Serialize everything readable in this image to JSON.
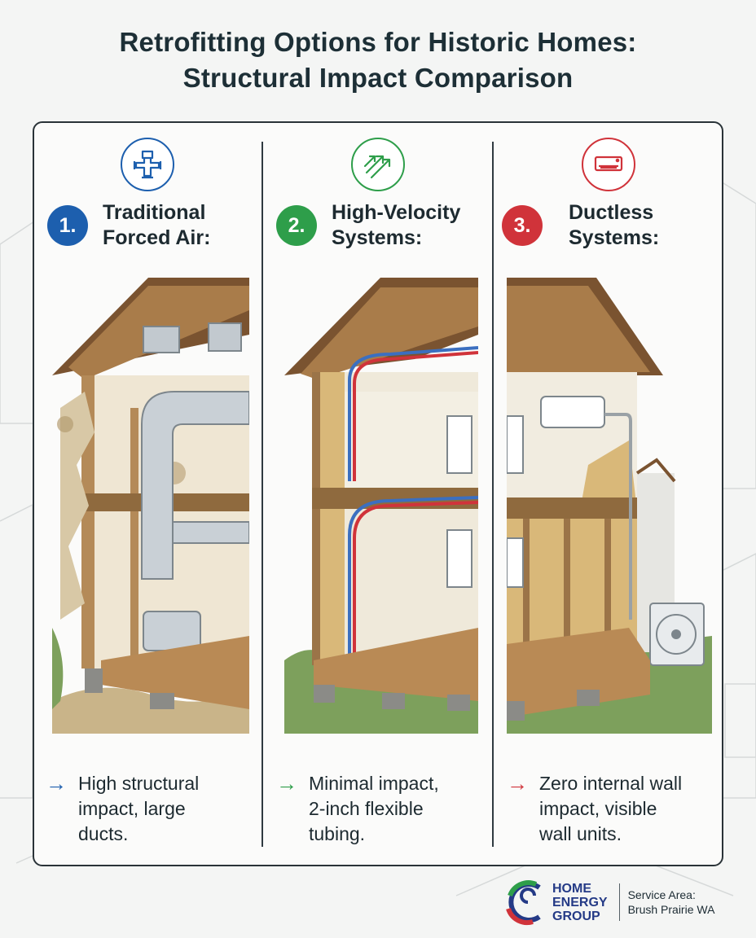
{
  "title": {
    "line1": "Retrofitting Options for Historic Homes:",
    "line2": "Structural Impact Comparison"
  },
  "colors": {
    "blue": "#1d5fae",
    "green": "#2e9e4a",
    "red": "#d0333a",
    "dark": "#1d2a30"
  },
  "columns": [
    {
      "number": "1.",
      "title_line1": "Traditional",
      "title_line2": "Forced Air:",
      "icon": "duct-junction-icon",
      "color": "#1d5fae",
      "arrow": "→",
      "desc_line1": "High structural",
      "desc_line2": "impact, large",
      "desc_line3": "ducts."
    },
    {
      "number": "2.",
      "title_line1": "High-Velocity",
      "title_line2": "Systems:",
      "icon": "airflow-arrows-icon",
      "color": "#2e9e4a",
      "arrow": "→",
      "desc_line1": "Minimal impact,",
      "desc_line2": "2-inch flexible",
      "desc_line3": "tubing."
    },
    {
      "number": "3.",
      "title_line1": "Ductless",
      "title_line2": "Systems:",
      "icon": "mini-split-unit-icon",
      "color": "#d0333a",
      "arrow": "→",
      "desc_line1": "Zero internal wall",
      "desc_line2": "impact, visible",
      "desc_line3": "wall units."
    }
  ],
  "footer": {
    "logo_line1": "HOME",
    "logo_line2": "ENERGY",
    "logo_line3": "GROUP",
    "service_label": "Service Area:",
    "service_value": "Brush Prairie WA"
  }
}
